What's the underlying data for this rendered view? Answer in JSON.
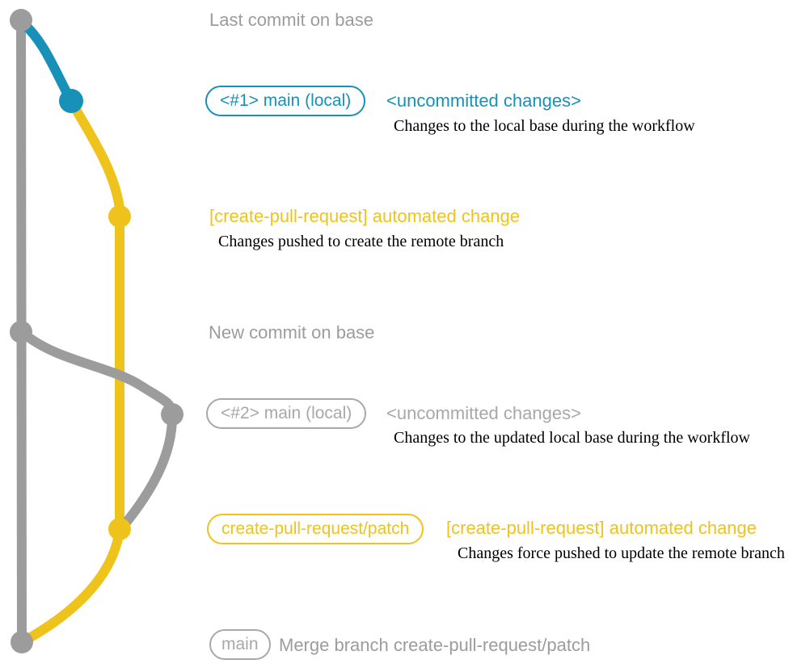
{
  "diagram": {
    "colors": {
      "blue": "#1791b8",
      "yellow": "#eec31c",
      "gray": "#9c9c9c",
      "gray2": "#a8a8a8",
      "ink": "#000000"
    },
    "events": [
      {
        "id": "last-commit-on-base",
        "label": "Last commit on base"
      },
      {
        "id": "local-commit-1",
        "branch_label": "<#1> main (local)",
        "status": "<uncommitted changes>",
        "caption": "Changes to the local base during the workflow"
      },
      {
        "id": "patch-commit-1",
        "title": "[create-pull-request] automated change",
        "caption": "Changes pushed to create the remote branch"
      },
      {
        "id": "new-commit-on-base",
        "label": "New commit on base"
      },
      {
        "id": "local-commit-2",
        "branch_label": "<#2> main (local)",
        "status": "<uncommitted changes>",
        "caption": "Changes to the updated local base during the workflow"
      },
      {
        "id": "patch-commit-2",
        "branch_label": "create-pull-request/patch",
        "title": "[create-pull-request] automated change",
        "caption": "Changes force pushed to update the remote branch"
      },
      {
        "id": "merge-commit",
        "branch_label": "main",
        "label": "Merge branch create-pull-request/patch"
      }
    ]
  }
}
